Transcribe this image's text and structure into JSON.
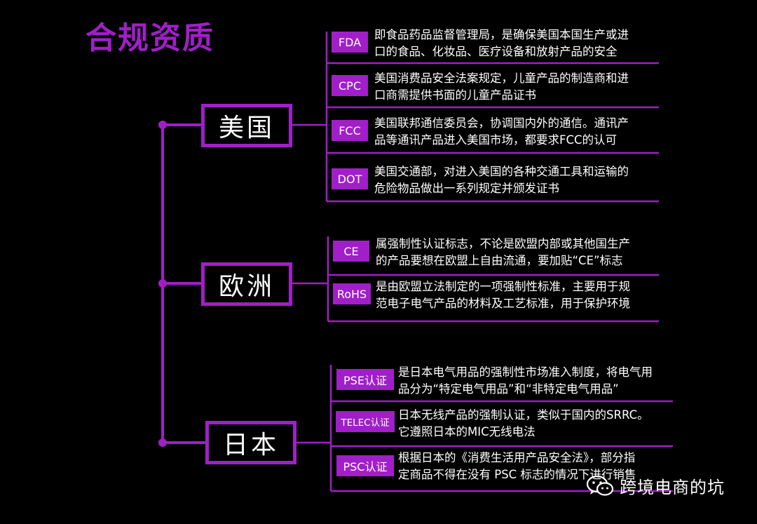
{
  "title": "合规资质",
  "regions": [
    {
      "label": "美国",
      "items": [
        {
          "tag": "FDA",
          "lines": [
            "即食品药品监督管理局，是确保美国本国生产或进",
            "口的食品、化妆品、医疗设备和放射产品的安全"
          ]
        },
        {
          "tag": "CPC",
          "lines": [
            "美国消费品安全法案规定，儿童产品的制造商和进",
            "口商需提供书面的儿童产品证书"
          ]
        },
        {
          "tag": "FCC",
          "lines": [
            "美国联邦通信委员会，协调国内外的通信。通讯产",
            "品等通讯产品进入美国市场，都要求FCC的认可"
          ]
        },
        {
          "tag": "DOT",
          "lines": [
            "美国交通部，对进入美国的各种交通工具和运输的",
            "危险物品做出一系列规定并颁发证书"
          ]
        }
      ]
    },
    {
      "label": "欧洲",
      "items": [
        {
          "tag": "CE",
          "lines": [
            "属强制性认证标志，不论是欧盟内部或其他国生产",
            "的产品要想在欧盟上自由流通，要加贴“CE”标志"
          ]
        },
        {
          "tag": "RoHS",
          "lines": [
            "是由欧盟立法制定的一项强制性标准，主要用于规",
            "范电子电气产品的材料及工艺标准，用于保护环境"
          ]
        }
      ]
    },
    {
      "label": "日本",
      "items": [
        {
          "tag": "PSE认证",
          "lines": [
            "是日本电气用品的强制性市场准入制度，将电气用",
            "品分为“特定电气用品”和“非特定电气用品”"
          ]
        },
        {
          "tag": "TELEC认证",
          "lines": [
            "日本无线产品的强制认证，类似于国内的SRRC。",
            "它遵照日本的MIC无线电法"
          ]
        },
        {
          "tag": "PSC认证",
          "lines": [
            "根据日本的《消费生活用产品安全法》，部分指",
            "定商品不得在没有 PSC 标志的情况下进行销售"
          ]
        }
      ]
    }
  ],
  "watermark": {
    "text": "跨境电商的坑",
    "icon": "wechat-icon"
  },
  "colors": {
    "accent": "#a01fc8",
    "background": "#000000",
    "text": "#ffffff"
  }
}
